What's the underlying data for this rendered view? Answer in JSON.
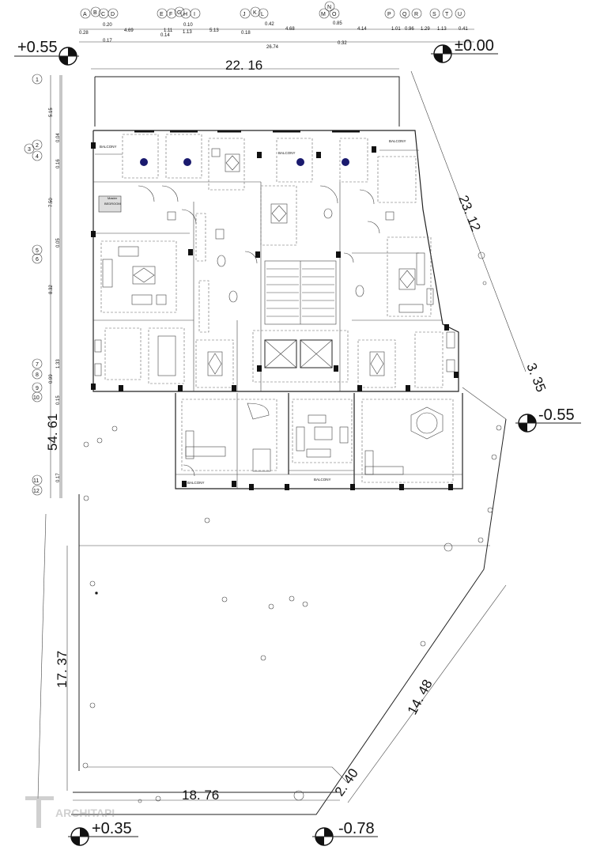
{
  "grid_axes_top": [
    "A",
    "B",
    "C",
    "D",
    "E",
    "F",
    "G",
    "H",
    "I",
    "J",
    "K",
    "L",
    "M",
    "N",
    "O",
    "P",
    "Q",
    "R",
    "S",
    "T",
    "U"
  ],
  "top_spacings": [
    "0.20",
    "0.28",
    "4.69",
    "0.17",
    "1.11",
    "0.14",
    "0.10",
    "1.13",
    "5.13",
    "0.18",
    "0.42",
    "4.68",
    "0.85",
    "4.14",
    "1.01",
    "0.96",
    "1.29",
    "1.13",
    "0.41"
  ],
  "top_total": "26.74",
  "top_extra": "0.32",
  "grid_axes_left": [
    "1",
    "2",
    "3",
    "4",
    "5",
    "6",
    "7",
    "8",
    "9",
    "10",
    "11",
    "12"
  ],
  "left_spacings": [
    "5.15",
    "0.04",
    "0.16",
    "7.50",
    "0.05",
    "8.32",
    "1.33",
    "0.99",
    "0.15",
    "0.17"
  ],
  "levels": {
    "top_left": "+0.55",
    "top_right": "±0.00",
    "right_mid": "-0.55",
    "bottom_left": "+0.35",
    "bottom_right": "-0.78"
  },
  "dimensions": {
    "top": "22. 16",
    "right_upper": "23. 12",
    "right_step": "3. 35",
    "left_total": "54. 61",
    "left_lower": "17. 37",
    "right_lower": "14. 48",
    "bottom": "18. 76",
    "bottom_corner": "2. 40"
  },
  "room_labels": {
    "balcony": "BALCONY",
    "master_bedroom_1": "Master",
    "master_bedroom_2": "BEDROOM"
  },
  "watermark": "ARCHITAPI"
}
